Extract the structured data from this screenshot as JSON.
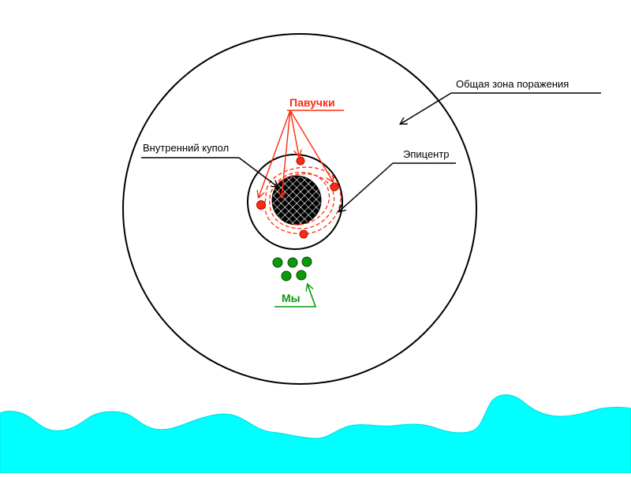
{
  "labels": {
    "total_zone": "Общая зона поражения",
    "spiders": "Павучки",
    "inner_dome": "Внутренний купол",
    "epicenter": "Эпицентр",
    "us": "Мы"
  },
  "colors": {
    "outline": "#000000",
    "spiders": "#ff2a0d",
    "spider_stroke": "#aa1100",
    "us": "#0a9a0a",
    "us_stroke": "#034d03",
    "water": "#00ffff",
    "background": "#ffffff"
  },
  "counts": {
    "spiders": 4,
    "us": 5
  }
}
